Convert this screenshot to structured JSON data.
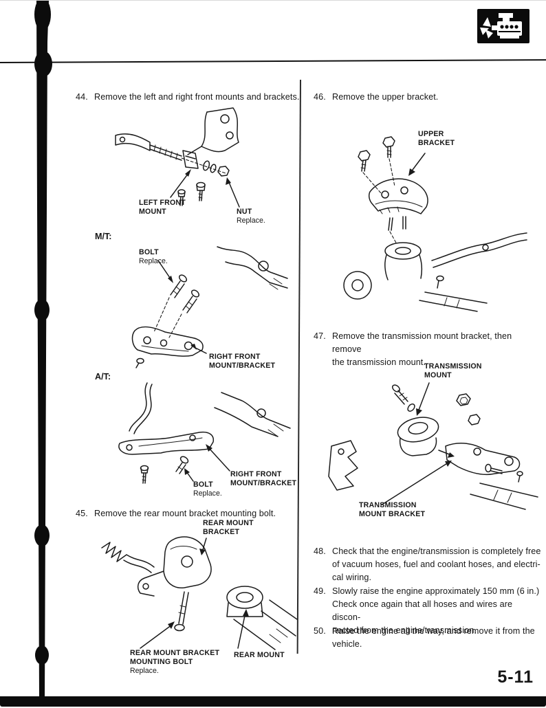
{
  "page_number": "5-11",
  "icons": {
    "engine_badge": "engine-icon"
  },
  "steps": [
    {
      "num": "44.",
      "text": "Remove the left and right front mounts and brackets."
    },
    {
      "num": "45.",
      "text": "Remove the rear mount bracket mounting bolt."
    },
    {
      "num": "46.",
      "text": "Remove the upper bracket."
    },
    {
      "num": "47.",
      "text": "Remove the transmission mount bracket, then remove\nthe transmission mount."
    },
    {
      "num": "48.",
      "text": "Check that the engine/transmission is completely free\nof vacuum hoses, fuel and coolant hoses, and electri-\ncal wiring."
    },
    {
      "num": "49.",
      "text": "Slowly raise the engine approximately 150 mm (6 in.)\nCheck once again that all hoses and wires are discon-\nnected from the engine/transmission."
    },
    {
      "num": "50.",
      "text": "Raise the engine all the way, and remove it from the\nvehicle."
    }
  ],
  "section_labels": {
    "manual_transmission": "M/T:",
    "automatic_transmission": "A/T:"
  },
  "callouts": {
    "left_front_mount": "LEFT FRONT\nMOUNT",
    "nut": "NUT",
    "nut_note": "Replace.",
    "bolt_mt": "BOLT",
    "bolt_mt_note": "Replace.",
    "right_front_mount_bracket_mt": "RIGHT FRONT\nMOUNT/BRACKET",
    "right_front_mount_bracket_at": "RIGHT FRONT\nMOUNT/BRACKET",
    "bolt_at": "BOLT",
    "bolt_at_note": "Replace.",
    "rear_mount_bracket": "REAR MOUNT\nBRACKET",
    "rear_mount_bracket_mounting_bolt": "REAR MOUNT BRACKET\nMOUNTING BOLT",
    "rear_mount_bracket_mounting_bolt_note": "Replace.",
    "rear_mount": "REAR MOUNT",
    "upper_bracket": "UPPER\nBRACKET",
    "transmission_mount": "TRANSMISSION\nMOUNT",
    "transmission_mount_bracket": "TRANSMISSION\nMOUNT BRACKET"
  },
  "colors": {
    "ink": "#1b1b1b",
    "paper": "#ffffff"
  }
}
